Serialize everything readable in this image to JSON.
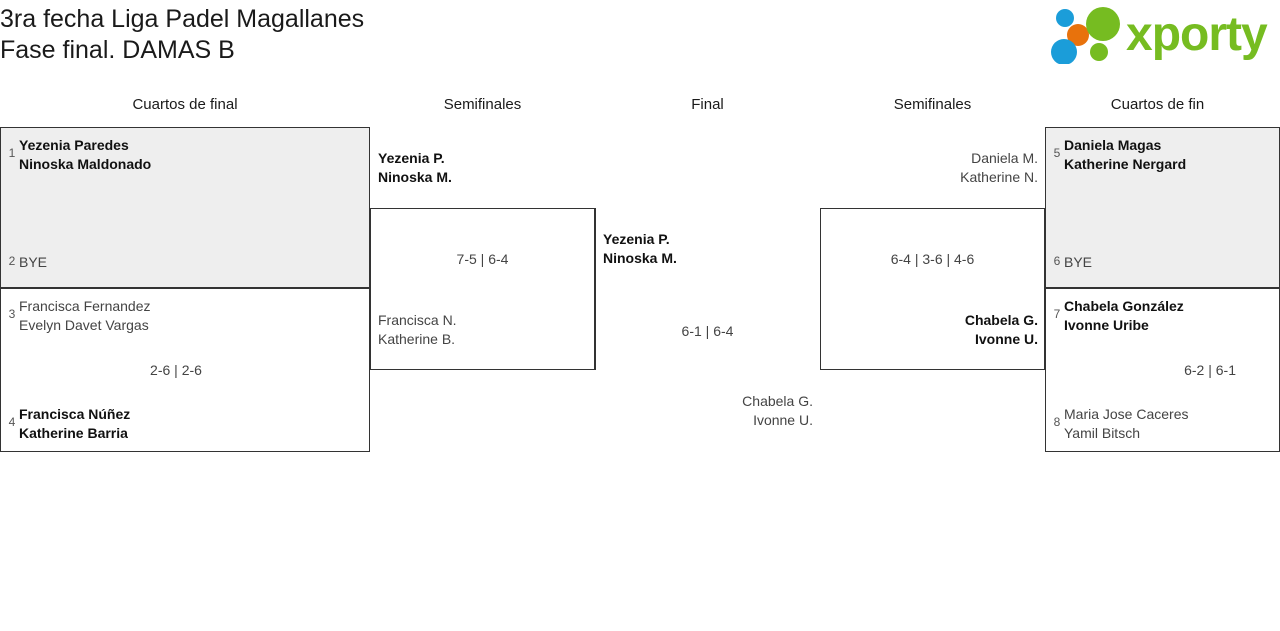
{
  "header": {
    "title": "3ra fecha Liga Padel Magallanes\nFase final. DAMAS B",
    "logo_text": "xporty",
    "logo_colors": {
      "green": "#76bc21",
      "orange": "#e8720c",
      "blue": "#1b9dd9"
    }
  },
  "rounds": [
    {
      "label": "Cuartos de final"
    },
    {
      "label": "Semifinales"
    },
    {
      "label": "Final"
    },
    {
      "label": "Semifinales"
    },
    {
      "label": "Cuartos de fin"
    }
  ],
  "bracket": {
    "left_qf": [
      {
        "id": "qf1",
        "bye_match": true,
        "score": "",
        "top": {
          "seed": "1",
          "line1": "Yezenia Paredes",
          "line2": "Ninoska Maldonado",
          "winner": true
        },
        "bottom": {
          "seed": "2",
          "line1": "BYE",
          "line2": "",
          "winner": false
        }
      },
      {
        "id": "qf2",
        "bye_match": false,
        "score": "2-6 | 2-6",
        "top": {
          "seed": "3",
          "line1": "Francisca Fernandez",
          "line2": "Evelyn Davet Vargas",
          "winner": false
        },
        "bottom": {
          "seed": "4",
          "line1": "Francisca Núñez",
          "line2": "Katherine Barria",
          "winner": true
        }
      }
    ],
    "left_sf": [
      {
        "id": "sf-left",
        "score": "7-5 | 6-4",
        "top": {
          "line1": "Yezenia P.",
          "line2": "Ninoska M.",
          "winner": true
        },
        "bottom": {
          "line1": "Francisca N.",
          "line2": "Katherine B.",
          "winner": false
        }
      }
    ],
    "final": [
      {
        "id": "final",
        "score": "6-1 | 6-4",
        "top": {
          "line1": "Yezenia P.",
          "line2": "Ninoska M.",
          "winner": true
        },
        "bottom": {
          "line1": "Chabela G.",
          "line2": "Ivonne U.",
          "winner": false
        }
      }
    ],
    "right_sf": [
      {
        "id": "sf-right",
        "score": "6-4 | 3-6 | 4-6",
        "top": {
          "line1": "Daniela M.",
          "line2": "Katherine N.",
          "winner": false
        },
        "bottom": {
          "line1": "Chabela G.",
          "line2": "Ivonne U.",
          "winner": true
        }
      }
    ],
    "right_qf": [
      {
        "id": "qf3",
        "bye_match": true,
        "score": "",
        "top": {
          "seed": "5",
          "line1": "Daniela Magas",
          "line2": "Katherine Nergard",
          "winner": true
        },
        "bottom": {
          "seed": "6",
          "line1": "BYE",
          "line2": "",
          "winner": false
        }
      },
      {
        "id": "qf4",
        "bye_match": false,
        "score": "6-2 | 6-1",
        "top": {
          "seed": "7",
          "line1": "Chabela González",
          "line2": "Ivonne Uribe",
          "winner": true
        },
        "bottom": {
          "seed": "8",
          "line1": "Maria Jose Caceres",
          "line2": "Yamil Bitsch",
          "winner": false
        }
      }
    ]
  }
}
